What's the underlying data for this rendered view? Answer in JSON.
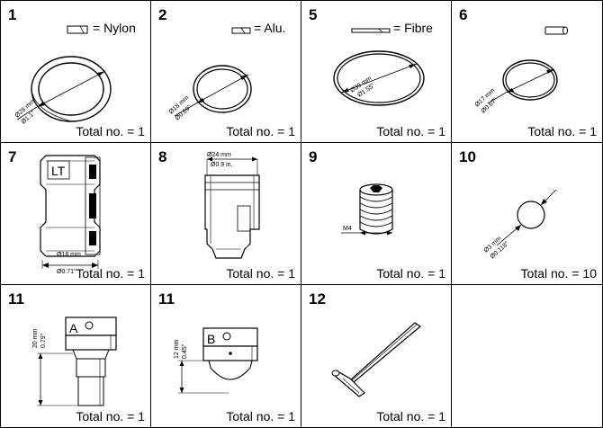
{
  "cells": [
    {
      "number": "1",
      "material": "= Nylon",
      "dim_mm": "Ø28 mm",
      "dim_in": "Ø1.1\"",
      "total": "Total no. = 1"
    },
    {
      "number": "2",
      "material": "= Alu.",
      "dim_mm": "Ø18 mm",
      "dim_in": "Ø0.69\"",
      "total": "Total no. = 1"
    },
    {
      "number": "5",
      "material": "= Fibre",
      "dim_mm": "Ø39 mm",
      "dim_in": "Ø1.55\"",
      "total": "Total no. = 1"
    },
    {
      "number": "6",
      "dim_mm": "Ø17 mm",
      "dim_in": "Ø0.67\"",
      "total": "Total no. = 1"
    },
    {
      "number": "7",
      "label": "LT",
      "dim_mm": "Ø18 mm",
      "dim_in": "Ø0.71\"",
      "total": "Total no. = 1"
    },
    {
      "number": "8",
      "dim_mm": "Ø24 mm",
      "dim_in": "Ø0.9 in.",
      "total": "Total no. = 1"
    },
    {
      "number": "9",
      "thread": "M4",
      "total": "Total no. = 1"
    },
    {
      "number": "10",
      "dim_mm": "Ø3 mm",
      "dim_in": "Ø0.118\"",
      "total": "Total no. = 10"
    },
    {
      "number": "11",
      "letter": "A",
      "dim_mm": "20 mm",
      "dim_in": "0.79\"",
      "total": "Total no. = 1"
    },
    {
      "number": "11",
      "letter": "B",
      "dim_mm": "12 mm",
      "dim_in": "0.45\"",
      "total": "Total no. = 1"
    },
    {
      "number": "12",
      "total": "Total no. = 1"
    }
  ]
}
